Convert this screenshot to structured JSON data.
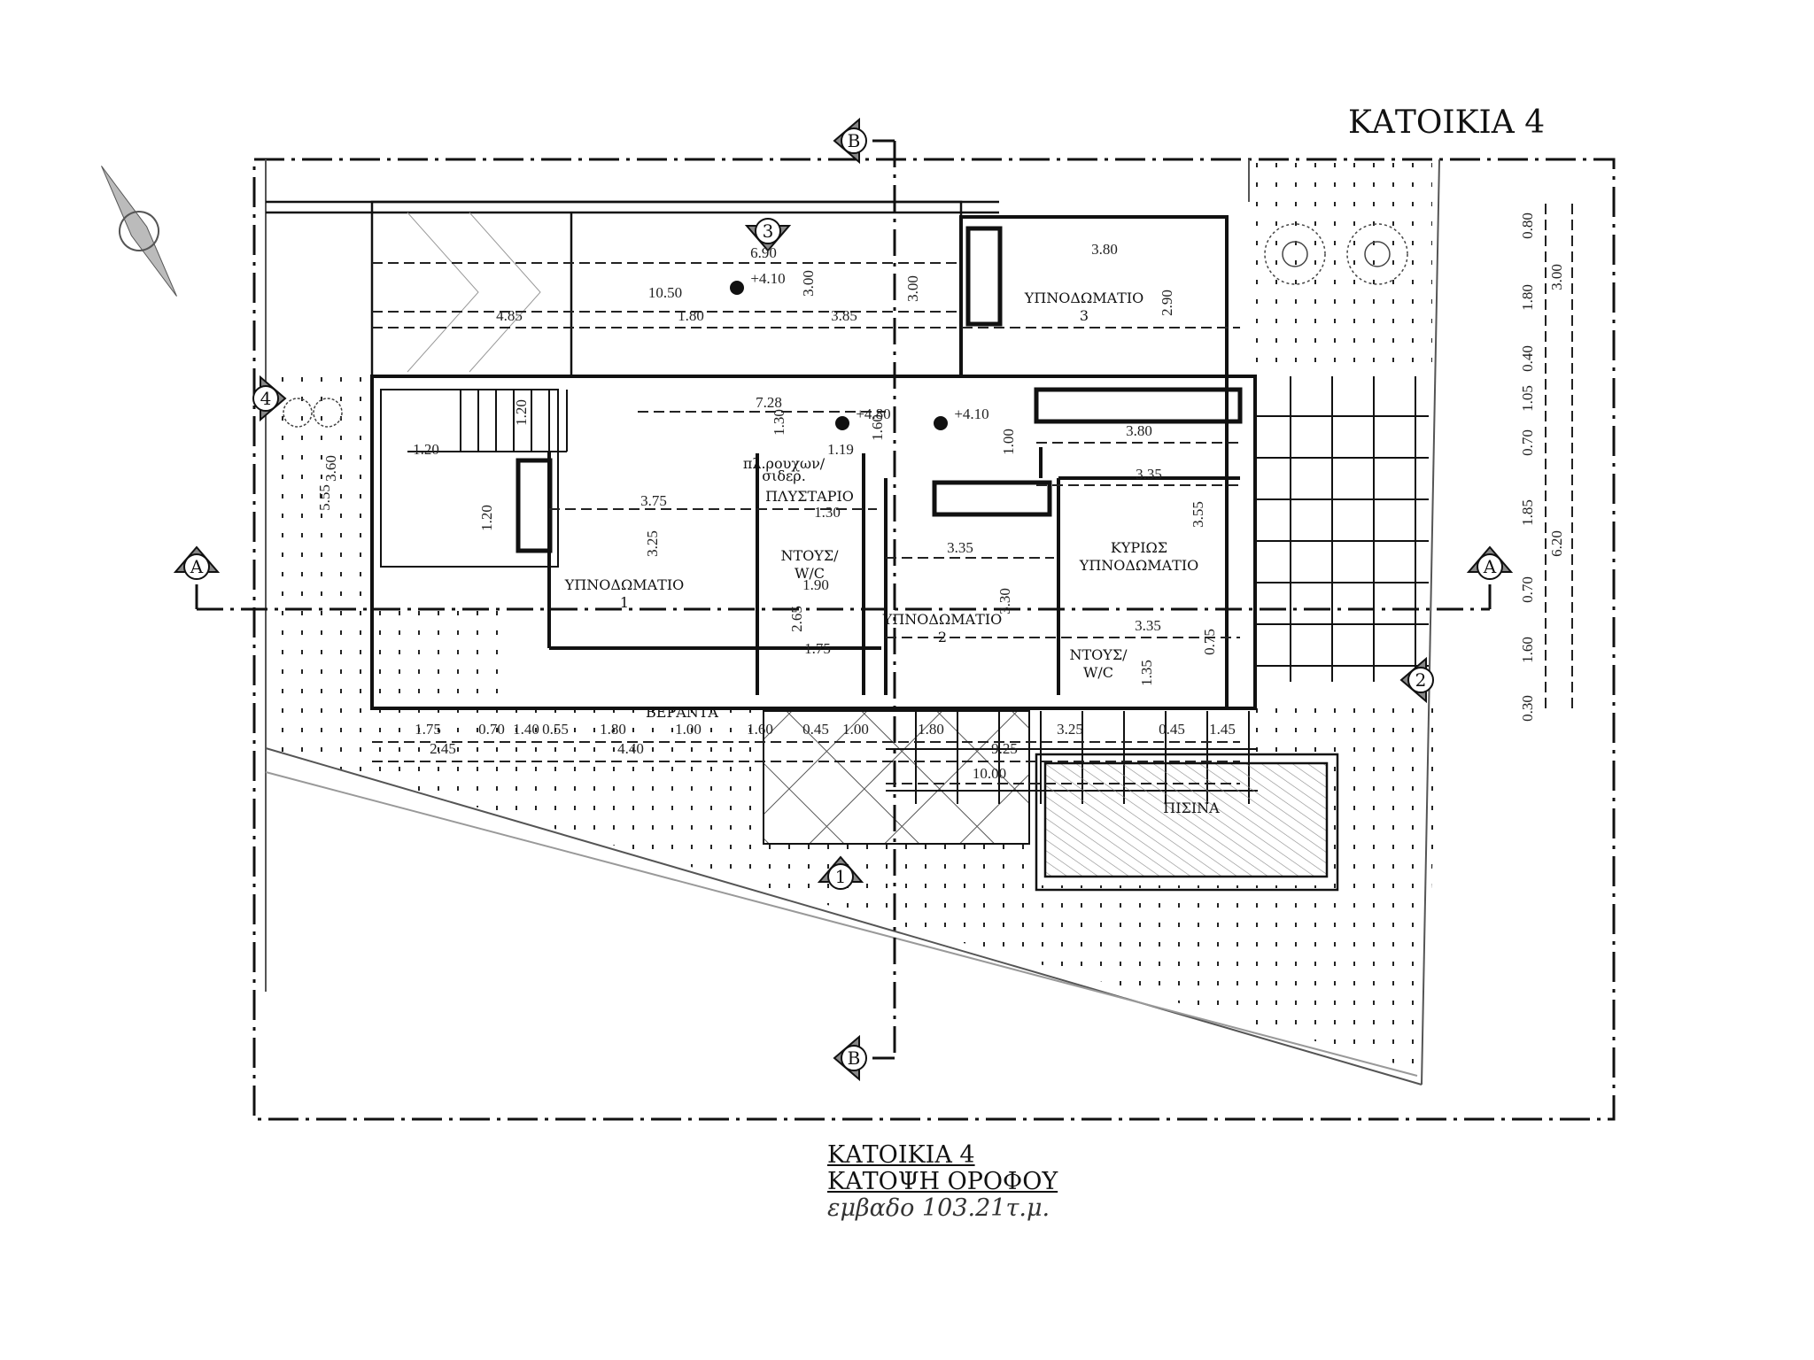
{
  "sheet_title": "ΚΑΤΟΙΚΙΑ 4",
  "caption": {
    "line1": "ΚΑΤΟΙΚΙΑ 4",
    "line2": "ΚΑΤΟΨΗ ΟΡΟΦΟΥ",
    "area_label": "εμβαδο",
    "area_value": "103.21τ.μ."
  },
  "rooms": [
    {
      "name": "ΥΠΝΟΔΩΜΑΤΙΟ",
      "num": "3"
    },
    {
      "name": "ΥΠΝΟΔΩΜΑΤΙΟ",
      "num": "1"
    },
    {
      "name": "ΥΠΝΟΔΩΜΑΤΙΟ",
      "num": "2"
    },
    {
      "name": "ΚΥΡΙΩΣ",
      "num": "ΥΠΝΟΔΩΜΑΤΙΟ"
    },
    {
      "name": "ΠΛΥΣΤΑΡΙΟ",
      "num": ""
    },
    {
      "name": "ΝΤΟΥΣ/",
      "num": "W/C"
    },
    {
      "name": "ΝΤΟΥΣ/",
      "num": "W/C"
    },
    {
      "name": "ΒΕΡΑΝΤΑ",
      "num": ""
    },
    {
      "name": "ΠΙΣΙΝΑ",
      "num": ""
    },
    {
      "name": "πλ.ρουχων/",
      "num": "σιδερ."
    }
  ],
  "levels": [
    "+4.10",
    "+4.80",
    "+4.10"
  ],
  "section_markers": [
    "A",
    "A",
    "B",
    "B"
  ],
  "elevation_markers": [
    "1",
    "2",
    "3",
    "4"
  ],
  "dimensions": [
    "6.90",
    "10.50",
    "4.85",
    "1.80",
    "3.85",
    "3.80",
    "3.00",
    "3.00",
    "2.90",
    "7.28",
    "1.30",
    "1.60",
    "1.19",
    "1.20",
    "1.20",
    "1.20",
    "5.55",
    "3.60",
    "3.75",
    "3.25",
    "1.30",
    "1.90",
    "2.65",
    "1.75",
    "3.35",
    "3.30",
    "3.80",
    "1.00",
    "3.35",
    "3.55",
    "3.35",
    "1.35",
    "0.75",
    "0.80",
    "1.80",
    "3.00",
    "0.40",
    "1.05",
    "0.70",
    "1.85",
    "6.20",
    "0.70",
    "1.60",
    "0.30",
    "1.75",
    "0.70",
    "1.40",
    "0.55",
    "1.80",
    "1.00",
    "1.60",
    "0.45",
    "1.00",
    "1.80",
    "3.25",
    "0.45",
    "1.45",
    "2.45",
    "4.40",
    "9.25",
    "10.00"
  ]
}
